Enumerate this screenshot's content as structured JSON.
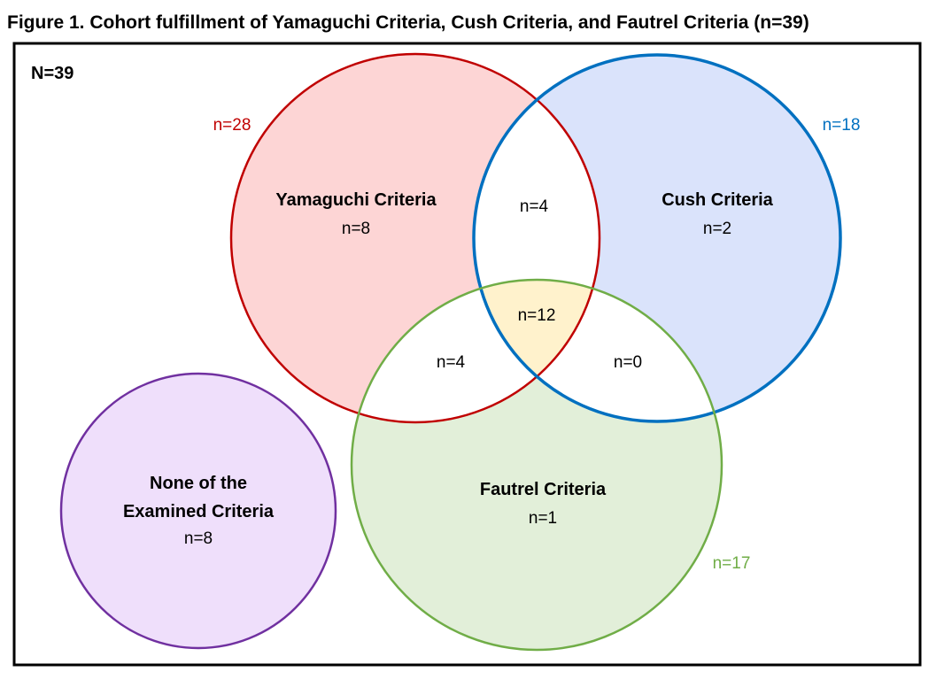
{
  "title": "Figure 1. Cohort fulfillment of Yamaguchi Criteria, Cush Criteria, and Fautrel Criteria (n=39)",
  "total": "N=39",
  "sets": {
    "yamaguchi": {
      "name": "Yamaguchi Criteria",
      "total": "n=28",
      "only": "n=8",
      "stroke": "#c00000",
      "fill": "#fdd5d5"
    },
    "cush": {
      "name": "Cush Criteria",
      "total": "n=18",
      "only": "n=2",
      "stroke": "#0070c0",
      "fill": "#dae3fb"
    },
    "fautrel": {
      "name": "Fautrel Criteria",
      "total": "n=17",
      "only": "n=1",
      "stroke": "#70ad47",
      "fill": "#e2efd9"
    },
    "none": {
      "name_line1": "None of the",
      "name_line2": "Examined Criteria",
      "only": "n=8",
      "stroke": "#7030a0",
      "fill": "#efdffb"
    }
  },
  "intersections": {
    "yamaguchi_cush": "n=4",
    "yamaguchi_fautrel": "n=4",
    "cush_fautrel": "n=0",
    "all_three": "n=12",
    "all_three_fill": "#fff2cc"
  }
}
